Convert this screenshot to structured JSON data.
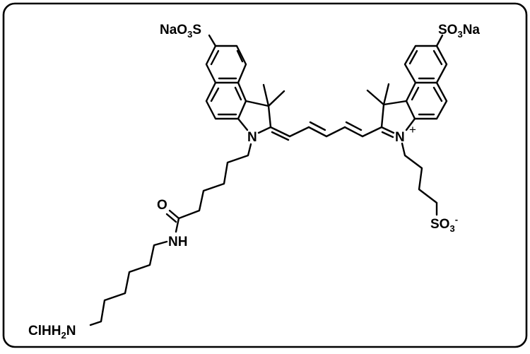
{
  "diagram": {
    "type": "chemical-structure",
    "description": "Sulfonated cyanine dye (Cy5.5-type benzoindolium) with pentamethine bridge, aminohexyl amide linker and sulfobutyl group",
    "labels": {
      "left_sulfonate": {
        "main": "NaO",
        "sub": "3",
        "tail": "S"
      },
      "right_sulfonate": {
        "main": "SO",
        "sub": "3",
        "tail": "Na"
      },
      "left_nitrogen": "N",
      "right_nitrogen": "N",
      "right_nitrogen_charge": "+",
      "sulfonate_anion": {
        "main": "SO",
        "sub": "3",
        "charge": "-"
      },
      "carbonyl_oxygen": "O",
      "amide_nh": "NH",
      "amine_salt": {
        "prefix": "ClHH",
        "sub": "2",
        "tail": "N"
      }
    },
    "style": {
      "stroke_color": "#000000",
      "background": "#ffffff",
      "border_radius": 16
    }
  }
}
